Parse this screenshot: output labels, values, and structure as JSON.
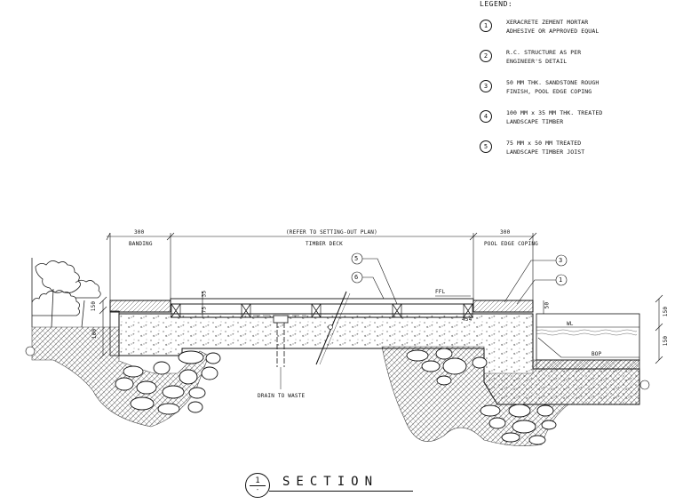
{
  "legend": {
    "title": "LEGEND:",
    "items": [
      {
        "num": "1",
        "line1": "XERACRETE ZEMENT MORTAR",
        "line2": "ADHESIVE OR APPROVED EQUAL"
      },
      {
        "num": "2",
        "line1": "R.C. STRUCTURE AS PER",
        "line2": "ENGINEER'S DETAIL"
      },
      {
        "num": "3",
        "line1": "50 MM THK. SANDSTONE ROUGH",
        "line2": "FINISH, POOL EDGE COPING"
      },
      {
        "num": "4",
        "line1": "100 MM x 35 MM THK. TREATED",
        "line2": "LANDSCAPE TIMBER"
      },
      {
        "num": "5",
        "line1": "75 MM x 50 MM TREATED",
        "line2": "LANDSCAPE TIMBER JOIST"
      }
    ]
  },
  "dimensions": {
    "left": "300",
    "middle": "(REFER TO SETTING-OUT PLAN)",
    "right": "300",
    "dim_150_a": "150",
    "dim_150_b": "150",
    "dim_150_c": "150",
    "dim_50": "50",
    "dim_100": "100",
    "dim_35": "35",
    "dim_75": "75",
    "dim_454": "454"
  },
  "zones": {
    "left": "BANDING",
    "middle": "TIMBER DECK",
    "right": "POOL EDGE COPING"
  },
  "labels": {
    "ffl": "FFL",
    "wl": "WL",
    "bop": "BOP",
    "drain": "DRAIN TO WASTE"
  },
  "callouts": {
    "c5": "5",
    "c6": "6",
    "c3": "3",
    "c1": "1"
  },
  "section_title": {
    "num": "1",
    "sub": "-",
    "text": "SECTION"
  }
}
